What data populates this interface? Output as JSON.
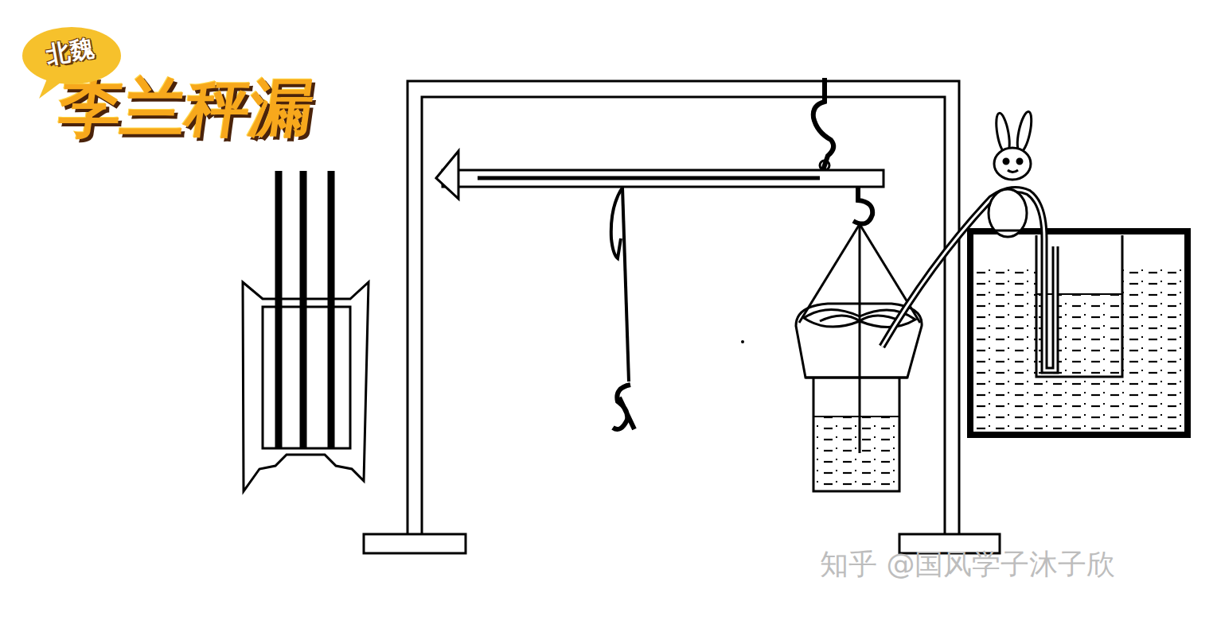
{
  "diagram": {
    "title": "李兰秤漏",
    "nodes": [
      {
        "text": [
          "北魏"
        ]
      }
    ],
    "labels": [
      "知乎 @国风学子沐子欣"
    ]
  }
}
